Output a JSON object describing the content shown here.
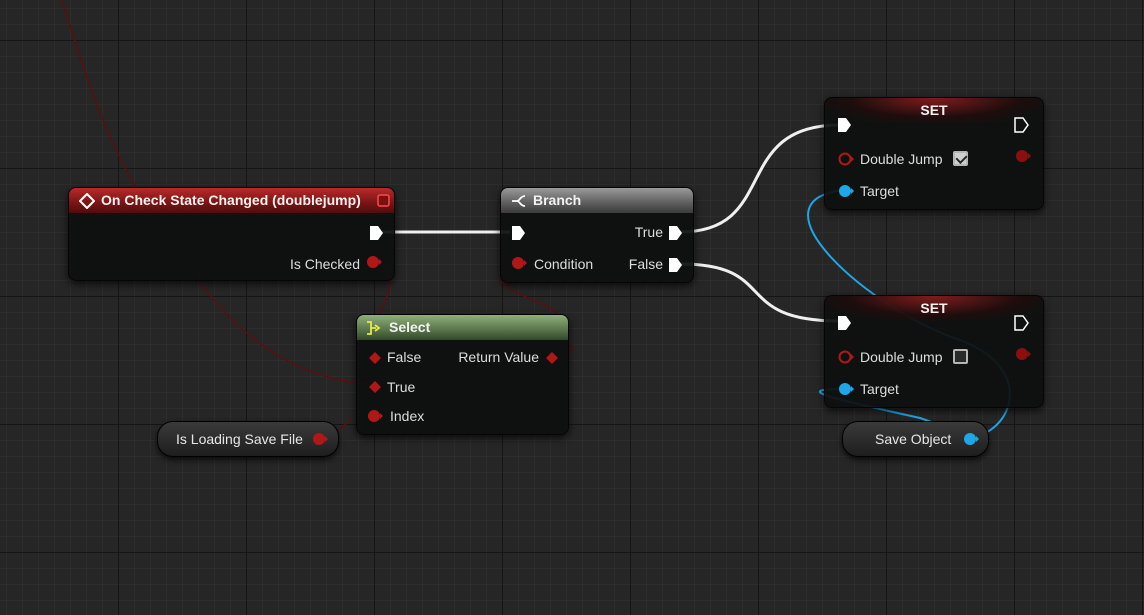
{
  "nodes": {
    "event": {
      "title": "On Check State Changed (doublejump)",
      "is_checked_label": "Is Checked"
    },
    "branch": {
      "title": "Branch",
      "condition_label": "Condition",
      "true_label": "True",
      "false_label": "False"
    },
    "select": {
      "title": "Select",
      "false_label": "False",
      "true_label": "True",
      "index_label": "Index",
      "return_label": "Return Value"
    },
    "set_top": {
      "title": "SET",
      "var_label": "Double Jump",
      "var_checked": true,
      "target_label": "Target"
    },
    "set_bottom": {
      "title": "SET",
      "var_label": "Double Jump",
      "var_checked": false,
      "target_label": "Target"
    },
    "is_loading": {
      "label": "Is Loading Save File"
    },
    "save_object": {
      "label": "Save Object"
    }
  },
  "colors": {
    "exec": "#ffffff",
    "bool": "#8c0f0f",
    "object": "#1ea7e6",
    "event_header": "#8b1a1a",
    "select_header": "#5e7a4e"
  }
}
